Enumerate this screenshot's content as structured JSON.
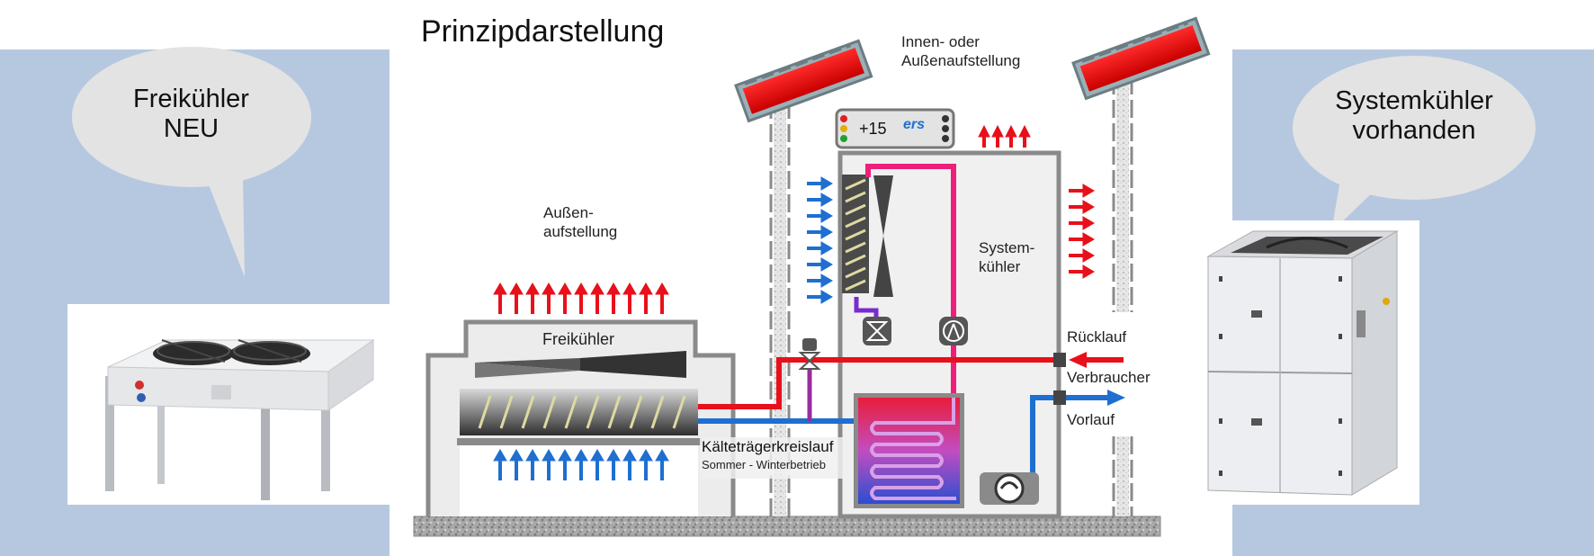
{
  "title": "Prinzipdarstellung",
  "left_bubble": {
    "line1": "Freikühler",
    "line2": "NEU"
  },
  "right_bubble": {
    "line1": "Systemkühler",
    "line2": "vorhanden"
  },
  "labels": {
    "outdoor": {
      "line1": "Außen-",
      "line2": "aufstellung"
    },
    "indoor_outdoor": {
      "line1": "Innen- oder",
      "line2": "Außenaufstellung"
    },
    "freecooler": "Freikühler",
    "system_cooler": {
      "line1": "System-",
      "line2": "kühler"
    },
    "return": "Rücklauf",
    "consumer": "Verbraucher",
    "flow": "Vorlauf",
    "circuit": "Kälteträgerkreislauf",
    "operation": "Sommer - Winterbetrieb"
  },
  "controller": {
    "display": "+15",
    "brand": "ers"
  },
  "colors": {
    "panel": "#b6c8e0",
    "hot": "#e8101a",
    "cold": "#1e6fd0",
    "pink": "#ec1f7a",
    "purple": "#7a2bd0"
  }
}
